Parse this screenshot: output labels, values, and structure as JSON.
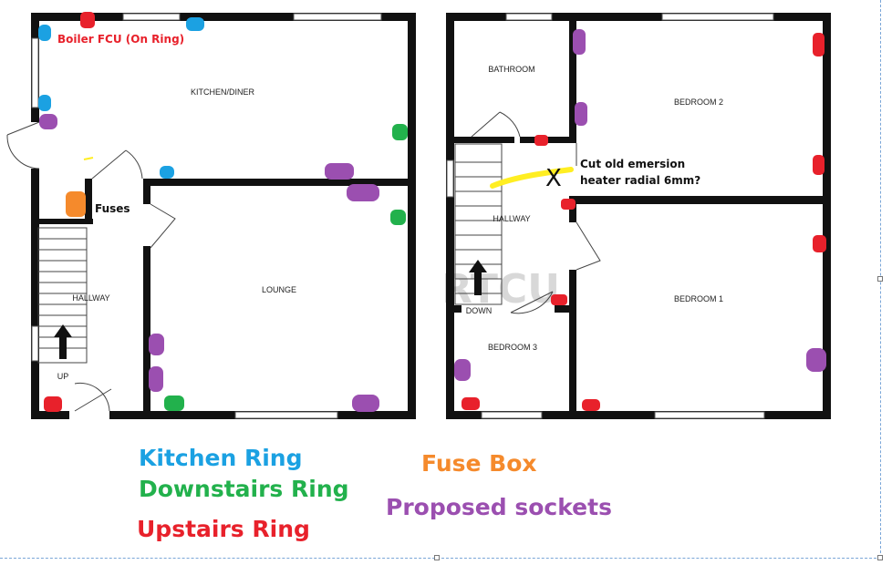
{
  "colors": {
    "kitchen": "#1ba1e2",
    "downstairs": "#22b14c",
    "upstairs": "#e8212b",
    "fusebox": "#f58a2c",
    "proposed": "#9b4fb0",
    "wall": "#111111",
    "highlight": "#ffee22"
  },
  "rooms": {
    "kitchen": "KITCHEN/DINER",
    "lounge": "LOUNGE",
    "hallway_down": "HALLWAY",
    "up": "UP",
    "bathroom": "BATHROOM",
    "bedroom2": "BEDROOM 2",
    "hallway_up": "HALLWAY",
    "down": "DOWN",
    "bedroom1": "BEDROOM 1",
    "bedroom3": "BEDROOM 3"
  },
  "annotations": {
    "boiler": "Boiler FCU (On Ring)",
    "fuses": "Fuses",
    "cut_mark": "X",
    "cut_line1": "Cut old emersion",
    "cut_line2": "heater radial 6mm?",
    "watermark": "RTCU"
  },
  "legend": {
    "kitchen": "Kitchen Ring",
    "downstairs": "Downstairs Ring",
    "upstairs": "Upstairs Ring",
    "fusebox": "Fuse Box",
    "proposed": "Proposed sockets"
  }
}
